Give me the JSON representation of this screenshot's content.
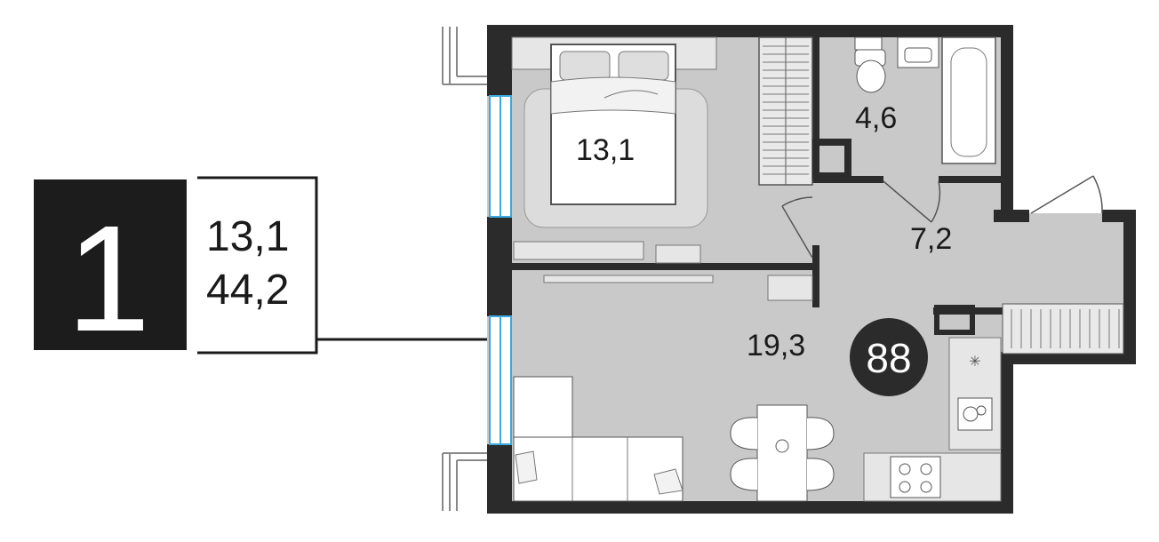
{
  "summary": {
    "rooms_count": "1",
    "living_area": "13,1",
    "total_area": "44,2"
  },
  "rooms": {
    "bedroom_area": "13,1",
    "bathroom_area": "4,6",
    "hallway_area": "7,2",
    "kitchen_living_area": "19,3"
  },
  "apartment": {
    "number": "88"
  },
  "colors": {
    "wall": "#2b2b2b",
    "floor": "#c9c9c9",
    "window": "#3aa9e0",
    "badge": "#2b2b2b"
  }
}
